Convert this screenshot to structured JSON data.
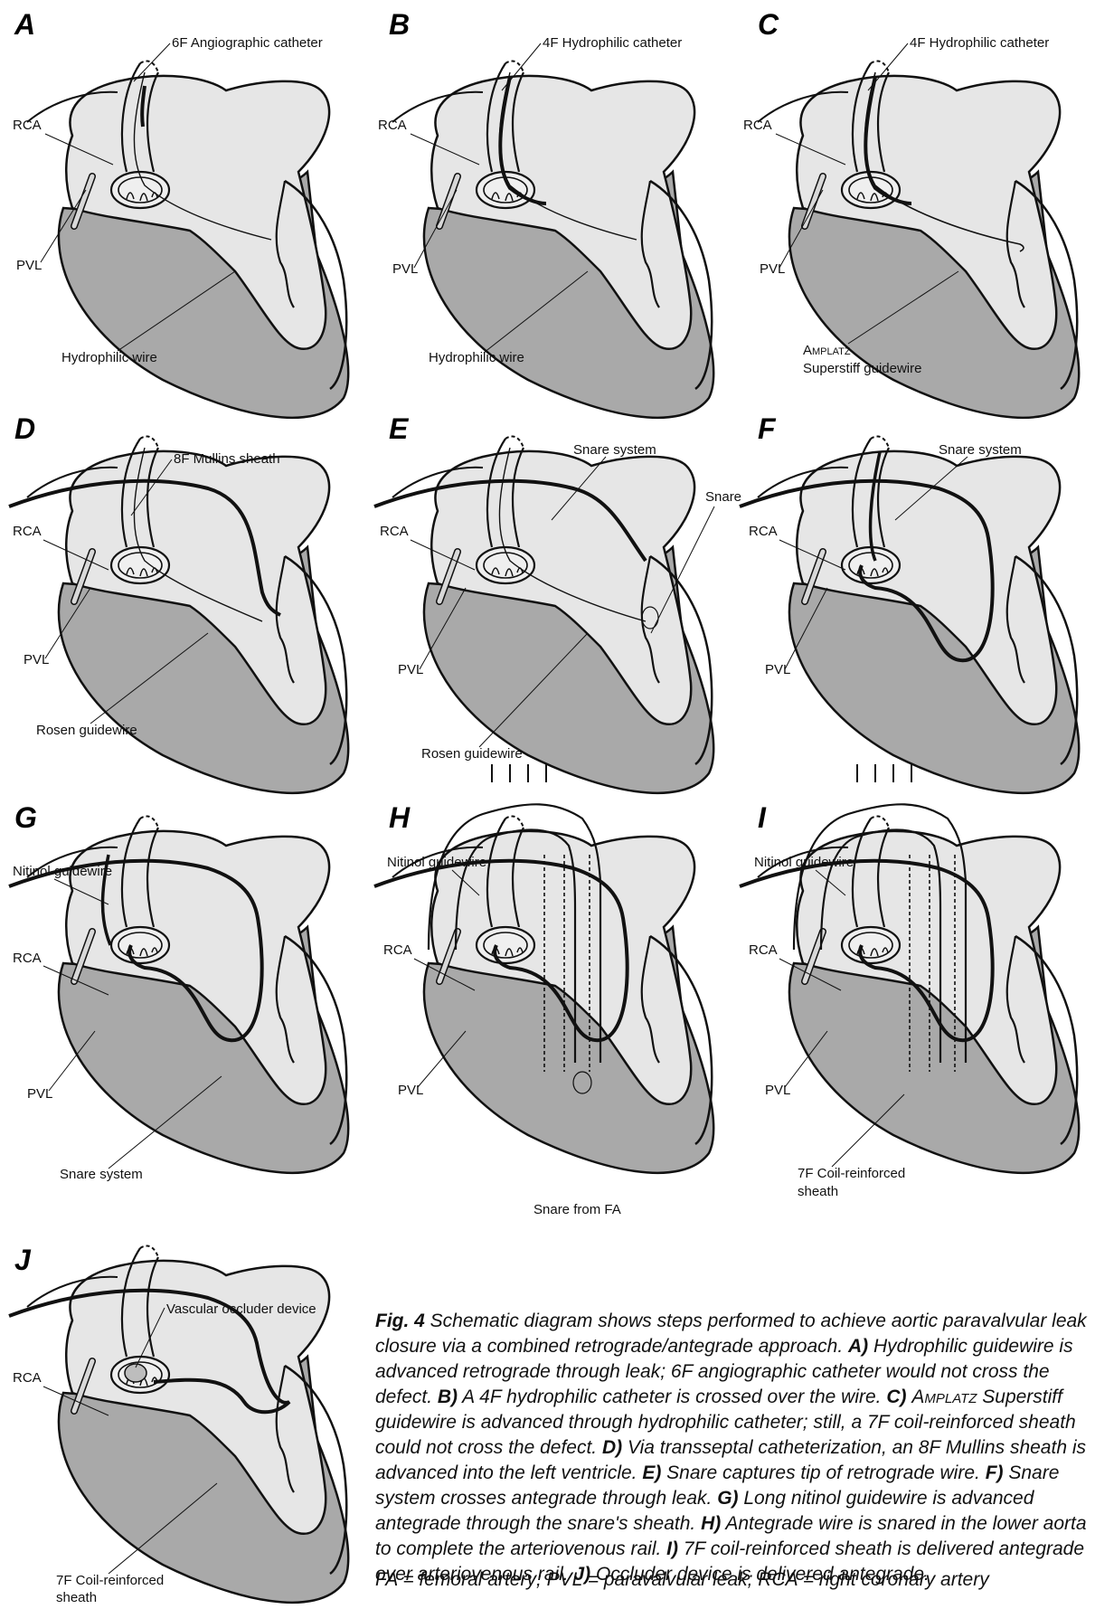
{
  "panels": [
    {
      "letter": "A",
      "labels": {
        "top": "6F Angiographic catheter",
        "rca": "RCA",
        "pvl": "PVL",
        "bottom": "Hydrophilic wire"
      }
    },
    {
      "letter": "B",
      "labels": {
        "top": "4F Hydrophilic catheter",
        "rca": "RCA",
        "pvl": "PVL",
        "bottom": "Hydrophilic wire"
      }
    },
    {
      "letter": "C",
      "labels": {
        "top": "4F Hydrophilic catheter",
        "rca": "RCA",
        "pvl": "PVL",
        "bottom1": "Amplatz",
        "bottom2": "Superstiff guidewire"
      }
    },
    {
      "letter": "D",
      "labels": {
        "top": "8F Mullins sheath",
        "rca": "RCA",
        "pvl": "PVL",
        "bottom": "Rosen guidewire"
      }
    },
    {
      "letter": "E",
      "labels": {
        "top": "Snare system",
        "extra": "Snare",
        "rca": "RCA",
        "pvl": "PVL",
        "bottom": "Rosen guidewire"
      }
    },
    {
      "letter": "F",
      "labels": {
        "top": "Snare system",
        "rca": "RCA",
        "pvl": "PVL"
      }
    },
    {
      "letter": "G",
      "labels": {
        "top": "Nitinol guidewire",
        "rca": "RCA",
        "pvl": "PVL",
        "bottom": "Snare system"
      }
    },
    {
      "letter": "H",
      "labels": {
        "top": "Nitinol guidewire",
        "rca": "RCA",
        "pvl": "PVL",
        "bottom": "Snare from FA"
      }
    },
    {
      "letter": "I",
      "labels": {
        "top": "Nitinol guidewire",
        "rca": "RCA",
        "pvl": "PVL",
        "bottom1": "7F Coil-reinforced",
        "bottom2": "sheath"
      }
    },
    {
      "letter": "J",
      "labels": {
        "top": "Vascular occluder device",
        "rca": "RCA",
        "bottom1": "7F Coil-reinforced",
        "bottom2": "sheath"
      }
    }
  ],
  "caption": {
    "fig_label": "Fig. 4",
    "intro": " Schematic diagram shows steps performed to achieve aortic paravalvular leak closure via a combined retrograde/antegrade approach. ",
    "steps": [
      {
        "key": "A)",
        "text": " Hydrophilic guidewire is advanced retrograde through leak; 6F angiographic catheter would not cross the defect. "
      },
      {
        "key": "B)",
        "text": " A 4F hydrophilic catheter is crossed over the wire. "
      },
      {
        "key": "C)",
        "sc": "Amplatz",
        "text": " Superstiff guidewire is advanced through hydrophilic catheter; still, a 7F coil-reinforced sheath could not cross the defect. "
      },
      {
        "key": "D)",
        "text": " Via transseptal catheterization, an 8F Mullins sheath is advanced into the left ventricle. "
      },
      {
        "key": "E)",
        "text": " Snare captures tip of retrograde wire. "
      },
      {
        "key": "F)",
        "text": " Snare system crosses antegrade through leak. "
      },
      {
        "key": "G)",
        "text": " Long nitinol guidewire is advanced antegrade through the snare's sheath. "
      },
      {
        "key": "H)",
        "text": " Antegrade wire is snared in the lower aorta to complete the arteriovenous rail. "
      },
      {
        "key": "I)",
        "text": " 7F coil-reinforced sheath is delivered antegrade over arteriovenous rail. "
      },
      {
        "key": "J)",
        "text": " Occluder device is delivered antegrade."
      }
    ],
    "abbreviations": "FA = femoral artery; PVL = paravalvular leak; RCA = right coronary artery"
  }
}
